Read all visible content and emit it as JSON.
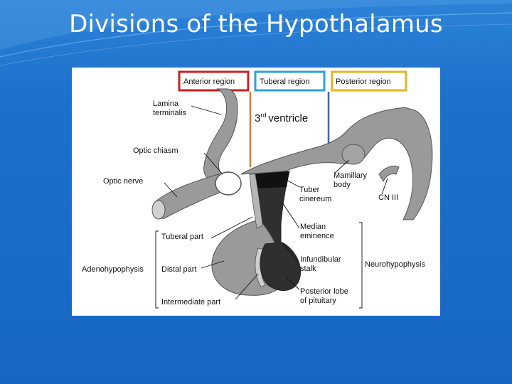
{
  "slide": {
    "title": "Divisions of the Hypothalamus"
  },
  "diagram": {
    "regions": [
      {
        "label": "Anterior region",
        "color": "#cc1f1f"
      },
      {
        "label": "Tuberal region",
        "color": "#2aa3d8"
      },
      {
        "label": "Posterior region",
        "color": "#e8b21c"
      }
    ],
    "boundary_colors": [
      "#e07a1c",
      "#3b63c4"
    ],
    "ventricle": {
      "number": "3",
      "superscript": "rd",
      "text": "ventricle"
    },
    "labels": {
      "lamina_1": "Lamina",
      "lamina_2": "terminalis",
      "optic_chiasm": "Optic chiasm",
      "optic_nerve": "Optic nerve",
      "tuberal_part": "Tuberal part",
      "adenohypophysis": "Adenohypophysis",
      "distal_part": "Distal part",
      "intermediate_part": "Intermediate part",
      "mamillary_1": "Mamillary",
      "mamillary_2": "body",
      "cn3": "CN III",
      "tuber_1": "Tuber",
      "tuber_2": "cinereum",
      "median_1": "Median",
      "median_2": "eminence",
      "infund_1": "Infundibular",
      "infund_2": "stalk",
      "neurohypophysis": "Neurohypophysis",
      "posterior_1": "Posterior lobe",
      "posterior_2": "of pituitary"
    }
  }
}
